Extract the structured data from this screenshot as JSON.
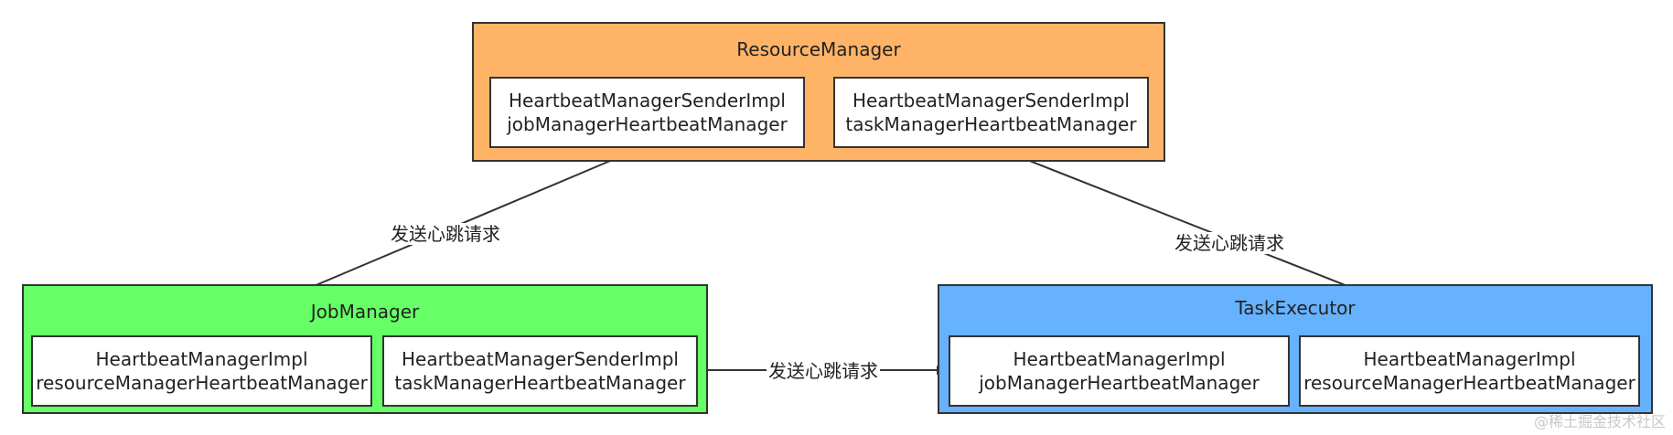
{
  "colors": {
    "resource_manager_fill": "#FFB366",
    "job_manager_fill": "#66FF66",
    "task_executor_fill": "#66B2FF",
    "border": "#333333",
    "arrow": "#333333"
  },
  "resource_manager": {
    "title": "ResourceManager",
    "left_box": {
      "line1": "HeartbeatManagerSenderImpl",
      "line2": "jobManagerHeartbeatManager"
    },
    "right_box": {
      "line1": "HeartbeatManagerSenderImpl",
      "line2": "taskManagerHeartbeatManager"
    }
  },
  "job_manager": {
    "title": "JobManager",
    "left_box": {
      "line1": "HeartbeatManagerImpl",
      "line2": "resourceManagerHeartbeatManager"
    },
    "right_box": {
      "line1": "HeartbeatManagerSenderImpl",
      "line2": "taskManagerHeartbeatManager"
    }
  },
  "task_executor": {
    "title": "TaskExecutor",
    "left_box": {
      "line1": "HeartbeatManagerImpl",
      "line2": "jobManagerHeartbeatManager"
    },
    "right_box": {
      "line1": "HeartbeatManagerImpl",
      "line2": "resourceManagerHeartbeatManager"
    }
  },
  "edges": {
    "rm_to_jm_label": "发送心跳请求",
    "rm_to_te_label": "发送心跳请求",
    "jm_to_te_label": "发送心跳请求"
  },
  "watermark": "@稀土掘金技术社区"
}
